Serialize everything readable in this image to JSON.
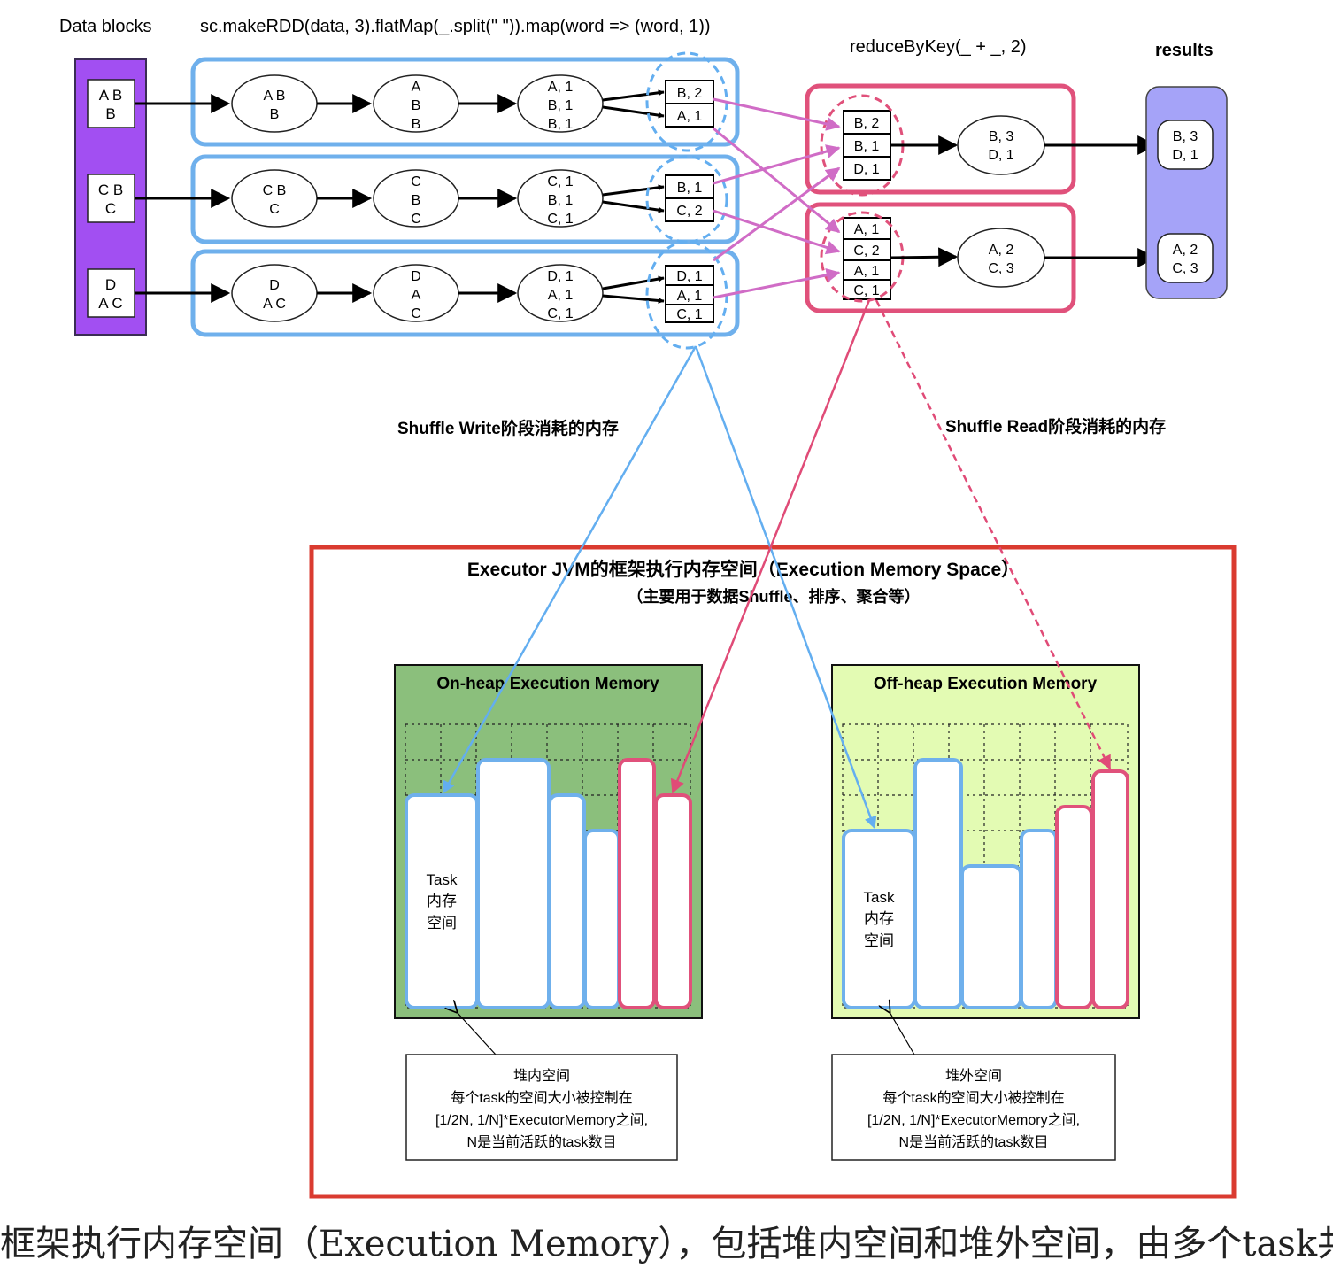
{
  "header": {
    "data_blocks_label": "Data blocks",
    "map_code": "sc.makeRDD(data, 3).flatMap(_.split(\" \")).map(word => (word, 1))",
    "reduce_code": "reduceByKey(_ + _, 2)",
    "results_label": "results"
  },
  "data_blocks": [
    [
      "A B",
      "B"
    ],
    [
      "C B",
      "C"
    ],
    [
      "D",
      "A C"
    ]
  ],
  "pipelines": [
    {
      "split": [
        "A B",
        "B"
      ],
      "words": [
        "A",
        "B",
        "B"
      ],
      "pairs": [
        "A, 1",
        "B, 1",
        "B, 1"
      ],
      "shuffle_write": [
        "B, 2",
        "A, 1"
      ]
    },
    {
      "split": [
        "C B",
        "C"
      ],
      "words": [
        "C",
        "B",
        "C"
      ],
      "pairs": [
        "C, 1",
        "B, 1",
        "C, 1"
      ],
      "shuffle_write": [
        "B, 1",
        "C, 2"
      ]
    },
    {
      "split": [
        "D",
        "A C"
      ],
      "words": [
        "D",
        "A",
        "C"
      ],
      "pairs": [
        "D, 1",
        "A, 1",
        "C, 1"
      ],
      "shuffle_write": [
        "D, 1",
        "A, 1",
        "C, 1"
      ]
    }
  ],
  "reducers": [
    {
      "shuffle_read": [
        "B, 2",
        "B, 1",
        "D, 1"
      ],
      "reduced": [
        "B, 3",
        "D, 1"
      ],
      "result": [
        "B, 3",
        "D, 1"
      ]
    },
    {
      "shuffle_read": [
        "A, 1",
        "C, 2",
        "A, 1",
        "C, 1"
      ],
      "reduced": [
        "A, 2",
        "C, 3"
      ],
      "result": [
        "A, 2",
        "C, 3"
      ]
    }
  ],
  "labels": {
    "shuffle_write": "Shuffle Write阶段消耗的内存",
    "shuffle_read": "Shuffle Read阶段消耗的内存"
  },
  "executor": {
    "title": "Executor JVM的框架执行内存空间（Execution Memory Space）",
    "subtitle": "（主要用于数据Shuffle、排序、聚合等）",
    "onheap": {
      "title": "On-heap Execution Memory",
      "task_label": [
        "Task",
        "内存",
        "空间"
      ],
      "note": [
        "堆内空间",
        "每个task的空间大小被控制在",
        "[1/2N, 1/N]*ExecutorMemory之间,",
        "N是当前活跃的task数目"
      ]
    },
    "offheap": {
      "title": "Off-heap Execution Memory",
      "task_label": [
        "Task",
        "内存",
        "空间"
      ],
      "note": [
        "堆外空间",
        "每个task的空间大小被控制在",
        "[1/2N, 1/N]*ExecutorMemory之间,",
        "N是当前活跃的task数目"
      ]
    }
  },
  "caption": "框架执行内存空间（Execution Memory），包括堆内空间和堆外空间，由多个task共享",
  "colors": {
    "block_purple": "#a24ff2",
    "result_purple": "#a5a3f8",
    "pipeline_blue": "#6fb0ec",
    "reducer_pink": "#e0517b",
    "write_arrow": "#d06cc6",
    "write_line": "#63aef0",
    "read_line": "#e04b77",
    "executor_red": "#da3b30",
    "onheap_green": "#8bbf7c",
    "offheap_green": "#e3fbb3"
  }
}
